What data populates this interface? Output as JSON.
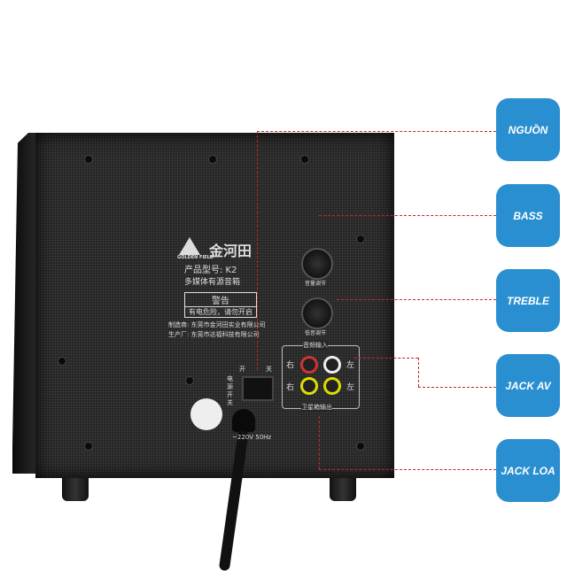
{
  "labels": [
    "NGUỒN",
    "BASS",
    "TREBLE",
    "JACK AV",
    "JACK LOA"
  ],
  "panel": {
    "brand": "金河田",
    "brand_en": "GOLDEN FIELD",
    "model": "产品型号: K2",
    "product": "多媒体有源音箱",
    "warning_title": "警告",
    "warning_text": "有电危险，请勿开启",
    "maker": "制造商: 东莞市金河田实业有限公司",
    "producer": "生产厂: 东莞市达福科技有限公司",
    "volume": "音量调节",
    "bass": "低音调节",
    "audio_in": "音频输入",
    "sub_out": "卫星箱输出",
    "right": "右",
    "left": "左",
    "switch_on": "开",
    "switch_off": "关",
    "power_switch": "电源开关",
    "voltage": "~220V 50Hz"
  },
  "colors": {
    "accent": "#2a8fd0",
    "line": "#c0282d"
  }
}
